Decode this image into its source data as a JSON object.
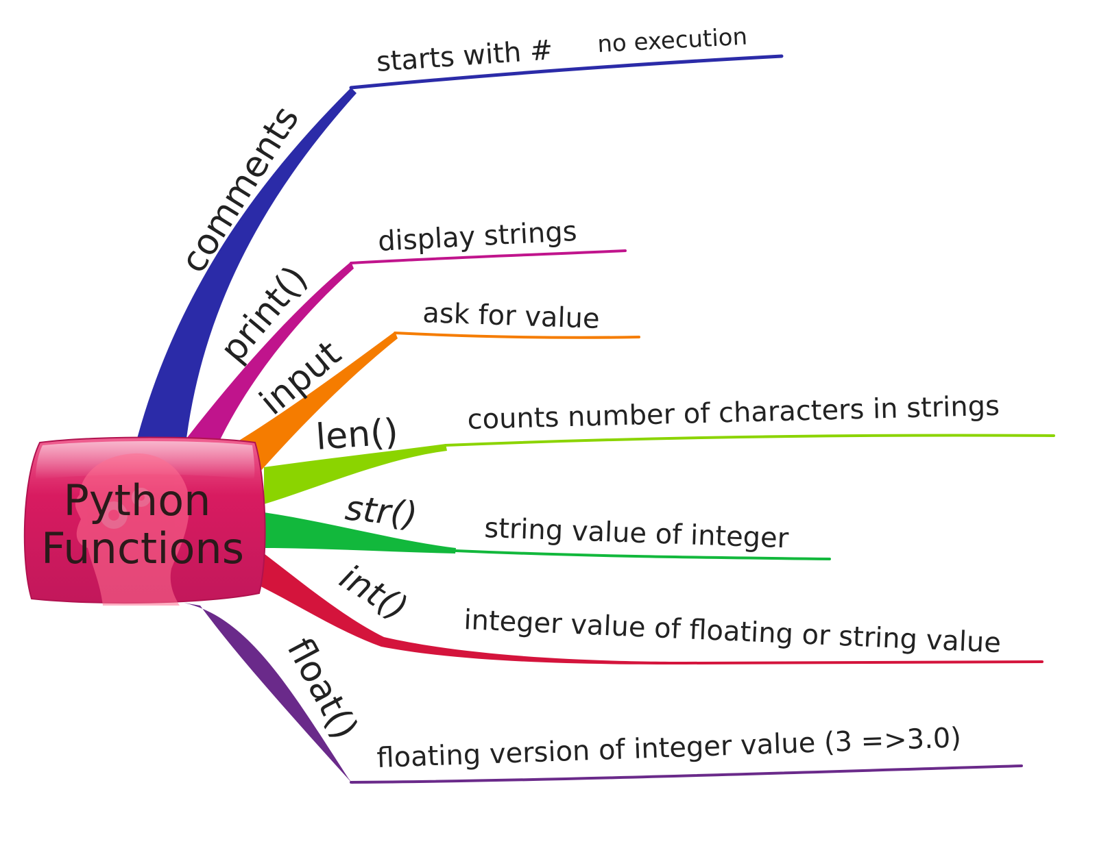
{
  "center": {
    "line1": "Python",
    "line2": "Functions",
    "icon": "head-with-gears-icon",
    "color": "#d81b60"
  },
  "branches": [
    {
      "id": "comments",
      "label": "comments",
      "color": "#2b2ba8",
      "leaves": [
        {
          "text": "starts with #"
        },
        {
          "text": "no execution"
        }
      ]
    },
    {
      "id": "print",
      "label": "print()",
      "color": "#c0148c",
      "leaves": [
        {
          "text": "display strings"
        }
      ]
    },
    {
      "id": "input",
      "label": "input",
      "color": "#f57c00",
      "leaves": [
        {
          "text": "ask for value"
        }
      ]
    },
    {
      "id": "len",
      "label": "len()",
      "color": "#8bd400",
      "leaves": [
        {
          "text": "counts number of characters in strings"
        }
      ]
    },
    {
      "id": "str",
      "label": "str()",
      "color": "#12b83c",
      "leaves": [
        {
          "text": "string value of integer"
        }
      ]
    },
    {
      "id": "int",
      "label": "int()",
      "color": "#d4143c",
      "leaves": [
        {
          "text": "integer value of floating or string value"
        }
      ]
    },
    {
      "id": "float",
      "label": "float()",
      "color": "#6a2a8a",
      "leaves": [
        {
          "text": "floating version of integer value (3 =>3.0)"
        }
      ]
    }
  ]
}
